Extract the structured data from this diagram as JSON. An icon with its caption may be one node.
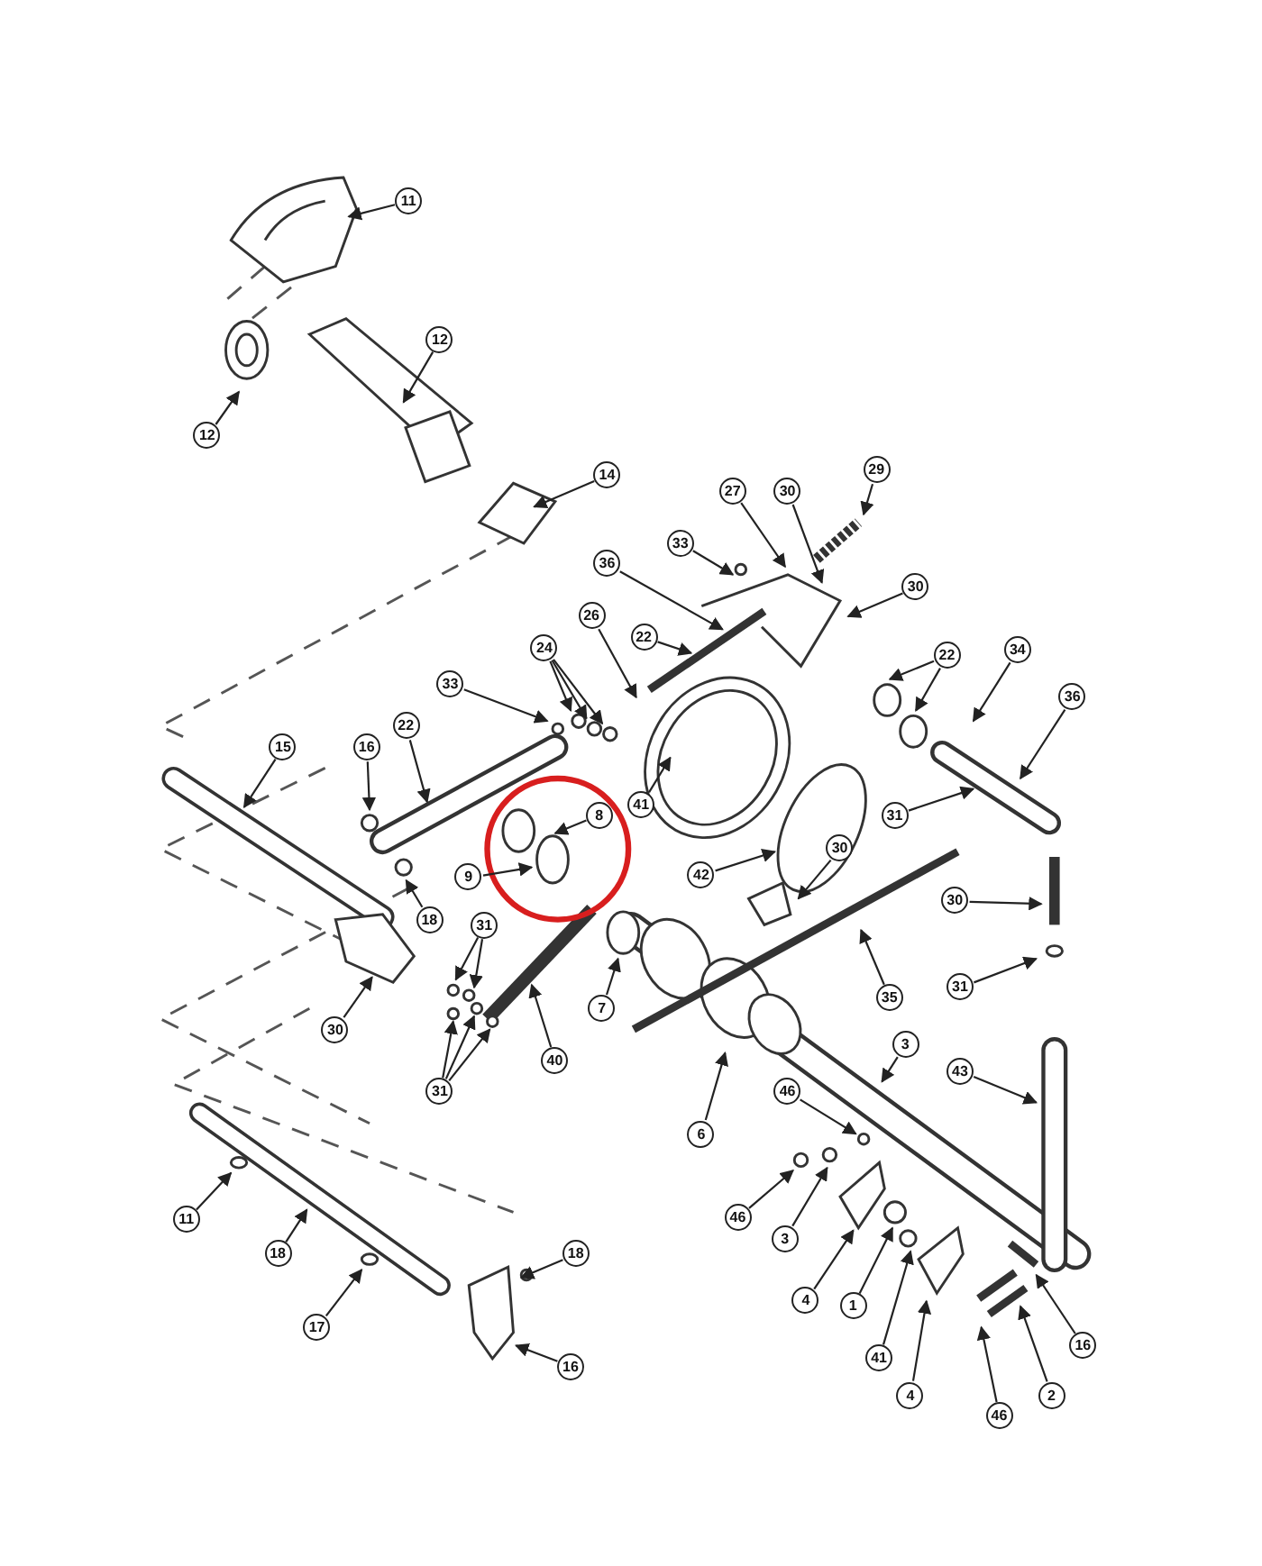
{
  "diagram": {
    "nodes": [
      {
        "text": [
          "11"
        ]
      },
      {
        "text": [
          "12"
        ]
      },
      {
        "text": [
          "12"
        ]
      },
      {
        "text": [
          "14"
        ]
      },
      {
        "text": [
          "29"
        ]
      },
      {
        "text": [
          "30"
        ]
      },
      {
        "text": [
          "27"
        ]
      },
      {
        "text": [
          "30"
        ]
      },
      {
        "text": [
          "36"
        ]
      },
      {
        "text": [
          "33"
        ]
      },
      {
        "text": [
          "22"
        ]
      },
      {
        "text": [
          "26"
        ]
      },
      {
        "text": [
          "22"
        ]
      },
      {
        "text": [
          "34"
        ]
      },
      {
        "text": [
          "36"
        ]
      },
      {
        "text": [
          "24"
        ]
      },
      {
        "text": [
          "33"
        ]
      },
      {
        "text": [
          "22"
        ]
      },
      {
        "text": [
          "16"
        ]
      },
      {
        "text": [
          "15"
        ]
      },
      {
        "text": [
          "41"
        ]
      },
      {
        "text": [
          "8"
        ]
      },
      {
        "text": [
          "9"
        ]
      },
      {
        "text": [
          "42"
        ]
      },
      {
        "text": [
          "31"
        ]
      },
      {
        "text": [
          "18"
        ]
      },
      {
        "text": [
          "31"
        ]
      },
      {
        "text": [
          "30"
        ]
      },
      {
        "text": [
          "30"
        ]
      },
      {
        "text": [
          "7"
        ]
      },
      {
        "text": [
          "30"
        ]
      },
      {
        "text": [
          "35"
        ]
      },
      {
        "text": [
          "31"
        ]
      },
      {
        "text": [
          "40"
        ]
      },
      {
        "text": [
          "31"
        ]
      },
      {
        "text": [
          "3"
        ]
      },
      {
        "text": [
          "43"
        ]
      },
      {
        "text": [
          "6"
        ]
      },
      {
        "text": [
          "46"
        ]
      },
      {
        "text": [
          "46"
        ]
      },
      {
        "text": [
          "3"
        ]
      },
      {
        "text": [
          "1"
        ]
      },
      {
        "text": [
          "4"
        ]
      },
      {
        "text": [
          "41"
        ]
      },
      {
        "text": [
          "4"
        ]
      },
      {
        "text": [
          "46"
        ]
      },
      {
        "text": [
          "2"
        ]
      },
      {
        "text": [
          "16"
        ]
      },
      {
        "text": [
          "11"
        ]
      },
      {
        "text": [
          "18"
        ]
      },
      {
        "text": [
          "17"
        ]
      },
      {
        "text": [
          "18"
        ]
      },
      {
        "text": [
          "16"
        ]
      }
    ],
    "edges": [
      {
        "from": 0,
        "to": null,
        "arrow": "to"
      },
      {
        "from": 1,
        "to": null,
        "arrow": "to"
      },
      {
        "from": 2,
        "to": null,
        "arrow": "to"
      },
      {
        "from": 3,
        "to": null,
        "arrow": "to"
      },
      {
        "from": 4,
        "to": null,
        "arrow": "to"
      },
      {
        "from": 5,
        "to": null,
        "arrow": "to"
      },
      {
        "from": 6,
        "to": null,
        "arrow": "to"
      },
      {
        "from": 7,
        "to": null,
        "arrow": "to"
      },
      {
        "from": 8,
        "to": null,
        "arrow": "to"
      },
      {
        "from": 9,
        "to": null,
        "arrow": "to"
      },
      {
        "from": 10,
        "to": null,
        "arrow": "to"
      },
      {
        "from": 11,
        "to": null,
        "arrow": "to"
      },
      {
        "from": 12,
        "to": null,
        "arrow": "to"
      },
      {
        "from": 12,
        "to": null,
        "arrow": "to"
      },
      {
        "from": 13,
        "to": null,
        "arrow": "to"
      },
      {
        "from": 14,
        "to": null,
        "arrow": "to"
      },
      {
        "from": 15,
        "to": null,
        "arrow": "to"
      },
      {
        "from": 15,
        "to": null,
        "arrow": "to"
      },
      {
        "from": 15,
        "to": null,
        "arrow": "to"
      },
      {
        "from": 16,
        "to": null,
        "arrow": "to"
      },
      {
        "from": 17,
        "to": null,
        "arrow": "to"
      },
      {
        "from": 18,
        "to": null,
        "arrow": "to"
      },
      {
        "from": 19,
        "to": null,
        "arrow": "to"
      },
      {
        "from": 20,
        "to": null,
        "arrow": "to"
      },
      {
        "from": 21,
        "to": null,
        "arrow": "to"
      },
      {
        "from": 22,
        "to": null,
        "arrow": "to"
      },
      {
        "from": 23,
        "to": null,
        "arrow": "to"
      },
      {
        "from": 24,
        "to": null,
        "arrow": "to"
      },
      {
        "from": 25,
        "to": null,
        "arrow": "to"
      },
      {
        "from": 26,
        "to": null,
        "arrow": "to"
      },
      {
        "from": 26,
        "to": null,
        "arrow": "to"
      },
      {
        "from": 27,
        "to": null,
        "arrow": "to"
      },
      {
        "from": 28,
        "to": null,
        "arrow": "to"
      },
      {
        "from": 29,
        "to": null,
        "arrow": "to"
      },
      {
        "from": 30,
        "to": null,
        "arrow": "to"
      },
      {
        "from": 31,
        "to": null,
        "arrow": "to"
      },
      {
        "from": 32,
        "to": null,
        "arrow": "to"
      },
      {
        "from": 33,
        "to": null,
        "arrow": "to"
      },
      {
        "from": 34,
        "to": null,
        "arrow": "to"
      },
      {
        "from": 34,
        "to": null,
        "arrow": "to"
      },
      {
        "from": 34,
        "to": null,
        "arrow": "to"
      },
      {
        "from": 35,
        "to": null,
        "arrow": "to"
      },
      {
        "from": 36,
        "to": null,
        "arrow": "to"
      },
      {
        "from": 37,
        "to": null,
        "arrow": "to"
      },
      {
        "from": 38,
        "to": null,
        "arrow": "to"
      },
      {
        "from": 39,
        "to": null,
        "arrow": "to"
      },
      {
        "from": 40,
        "to": null,
        "arrow": "to"
      },
      {
        "from": 41,
        "to": null,
        "arrow": "to"
      },
      {
        "from": 42,
        "to": null,
        "arrow": "to"
      },
      {
        "from": 43,
        "to": null,
        "arrow": "to"
      },
      {
        "from": 44,
        "to": null,
        "arrow": "to"
      },
      {
        "from": 45,
        "to": null,
        "arrow": "to"
      },
      {
        "from": 46,
        "to": null,
        "arrow": "to"
      },
      {
        "from": 47,
        "to": null,
        "arrow": "to"
      },
      {
        "from": 48,
        "to": null,
        "arrow": "to"
      },
      {
        "from": 49,
        "to": null,
        "arrow": "to"
      },
      {
        "from": 50,
        "to": null,
        "arrow": "to"
      },
      {
        "from": 51,
        "to": null,
        "arrow": "to"
      },
      {
        "from": 52,
        "to": null,
        "arrow": "to"
      }
    ]
  }
}
